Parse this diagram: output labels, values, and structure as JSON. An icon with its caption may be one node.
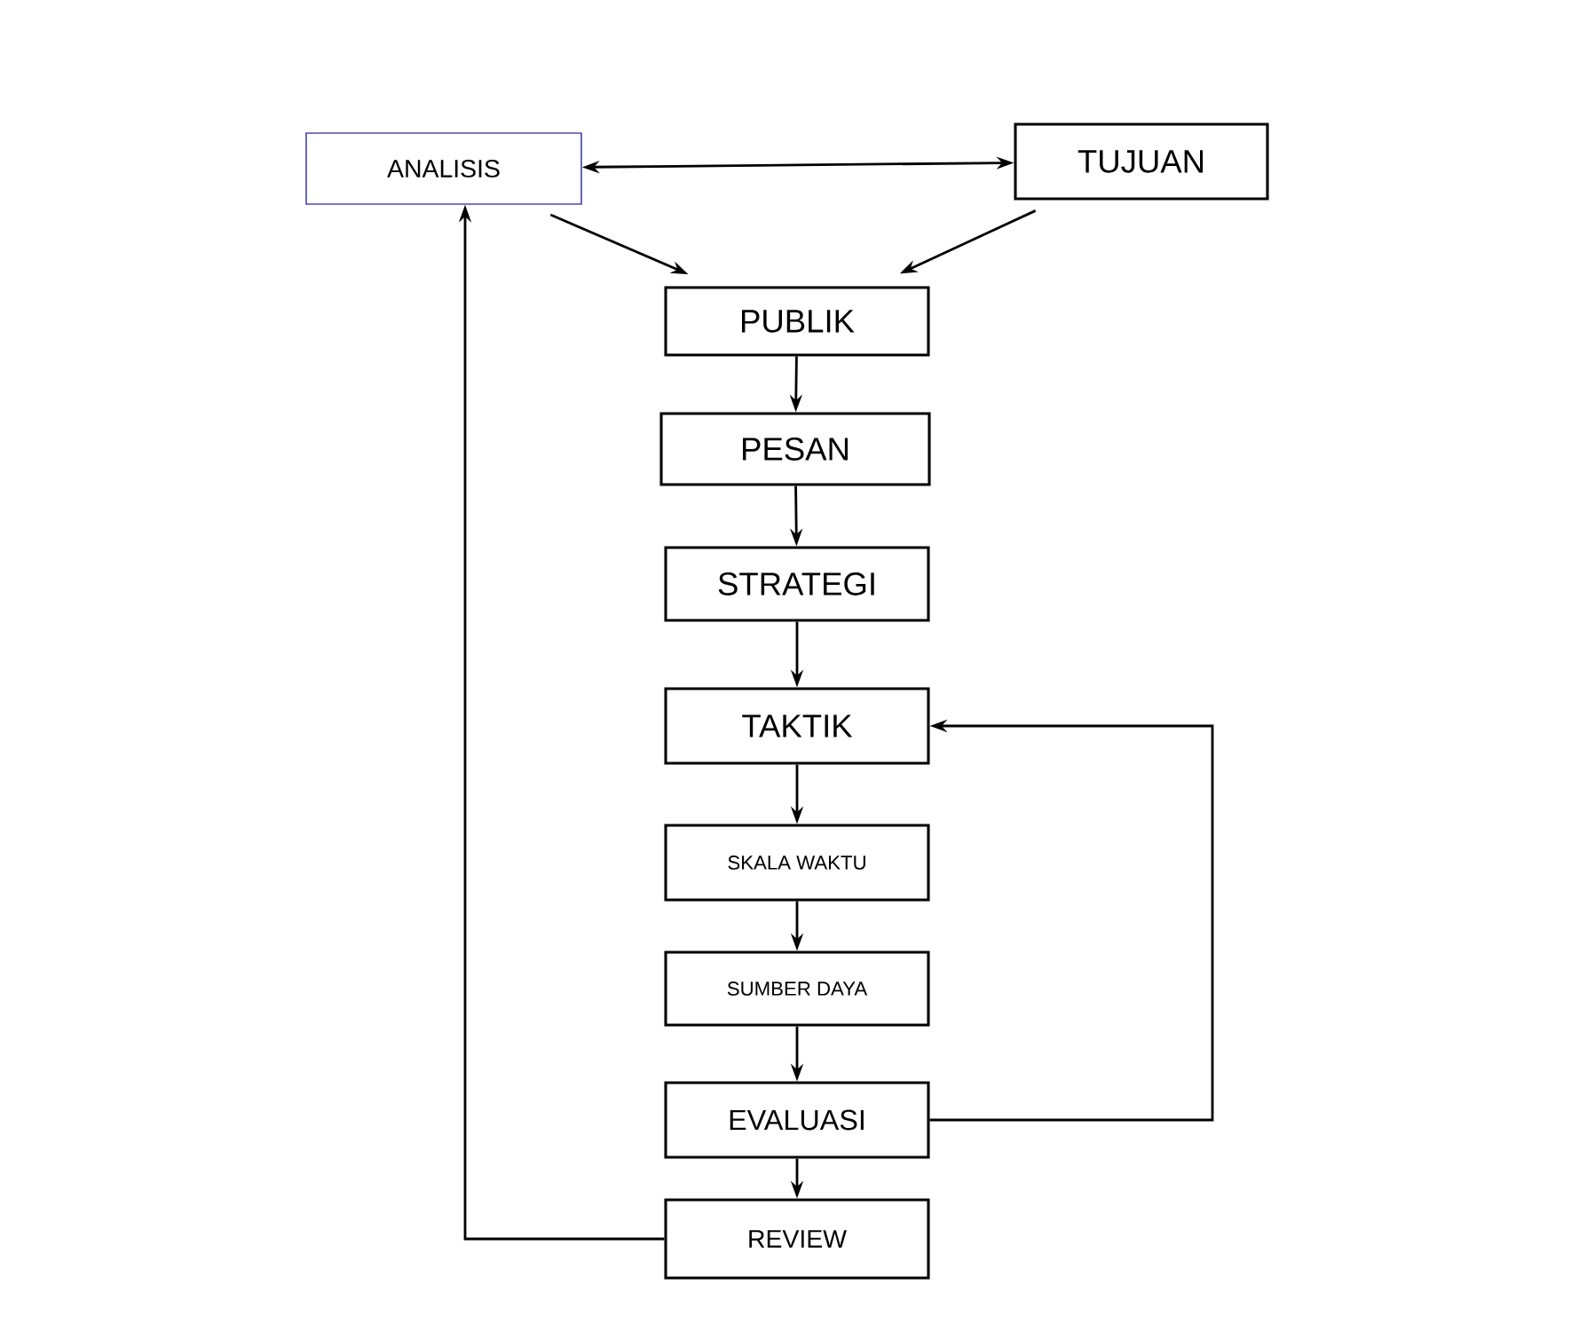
{
  "diagram": {
    "nodes": [
      {
        "text": [
          "ANALISIS"
        ]
      },
      {
        "text": [
          "TUJUAN"
        ]
      },
      {
        "text": [
          "PUBLIK"
        ]
      },
      {
        "text": [
          "PESAN"
        ]
      },
      {
        "text": [
          "STRATEGI"
        ]
      },
      {
        "text": [
          "TAKTIK"
        ]
      },
      {
        "text": [
          "SKALA WAKTU"
        ]
      },
      {
        "text": [
          "SUMBER DAYA"
        ]
      },
      {
        "text": [
          "EVALUASI"
        ]
      },
      {
        "text": [
          "REVIEW"
        ]
      }
    ],
    "edges": [
      {
        "from": 0,
        "to": 1,
        "arrow": "both"
      },
      {
        "from": 0,
        "to": 2,
        "arrow": "to"
      },
      {
        "from": 1,
        "to": 2,
        "arrow": "to"
      },
      {
        "from": 2,
        "to": 3,
        "arrow": "to"
      },
      {
        "from": 3,
        "to": 4,
        "arrow": "to"
      },
      {
        "from": 4,
        "to": 5,
        "arrow": "to"
      },
      {
        "from": 5,
        "to": 6,
        "arrow": "to"
      },
      {
        "from": 6,
        "to": 7,
        "arrow": "to"
      },
      {
        "from": 7,
        "to": 8,
        "arrow": "to"
      },
      {
        "from": 8,
        "to": 9,
        "arrow": "to"
      },
      {
        "from": 8,
        "to": 5,
        "arrow": "to"
      },
      {
        "from": 9,
        "to": 0,
        "arrow": "to"
      }
    ]
  }
}
